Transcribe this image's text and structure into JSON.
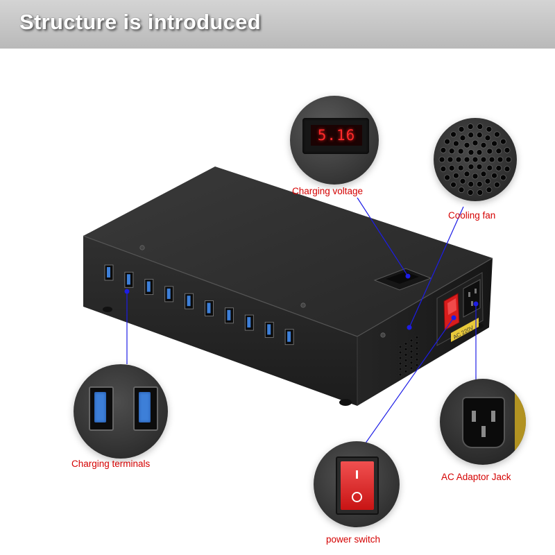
{
  "header": {
    "title": "Structure is introduced"
  },
  "callouts": {
    "charging_voltage": {
      "label": "Charging voltage",
      "display": "5.16"
    },
    "cooling_fan": {
      "label": "Cooling fan"
    },
    "charging_terminals": {
      "label": "Charging terminals"
    },
    "ac_adaptor_jack": {
      "label": "AC Adaptor Jack"
    },
    "power_switch": {
      "label": "power switch"
    }
  },
  "device": {
    "usb_port_count": 10,
    "port_color": "#3d7fd8",
    "body_color": "#2b2b2b",
    "switch_color": "#d81c1c",
    "leader_color": "#1d1de6",
    "ac_sticker": "AC 220V"
  }
}
